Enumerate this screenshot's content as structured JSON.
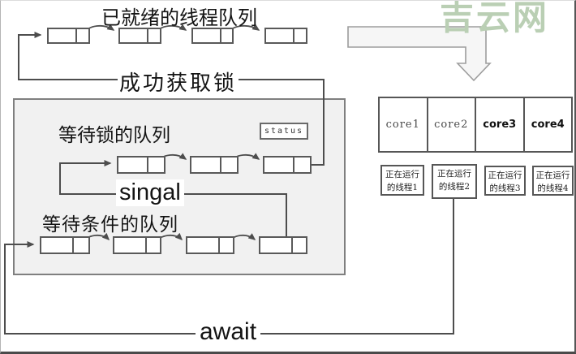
{
  "diagram": {
    "ready_queue": {
      "title": "已就绪的线程队列",
      "node_count": 4
    },
    "lock_transfer_label": "成功获取锁",
    "monitor": {
      "lock_queue": {
        "title": "等待锁的队列",
        "node_count": 3
      },
      "status_label": "status",
      "signal_label": "singal",
      "condition_queue": {
        "title": "等待条件的队列",
        "node_count": 4
      }
    },
    "await_label": "await",
    "cores": [
      {
        "label": "core1"
      },
      {
        "label": "core2"
      },
      {
        "label": "core3"
      },
      {
        "label": "core4"
      }
    ],
    "running_threads": [
      {
        "line1": "正在运行",
        "line2": "的线程1"
      },
      {
        "line1": "正在运行",
        "line2": "的线程2"
      },
      {
        "line1": "正在运行",
        "line2": "的线程3"
      },
      {
        "line1": "正在运行",
        "line2": "的线程4"
      }
    ],
    "watermark": "吉云网",
    "colors": {
      "line_color": "#4d4d4d",
      "monitor_fill": "#f1f1f1",
      "monitor_border": "#7f7f7f",
      "node_border": "#595959",
      "watermark": "#bacfb4"
    }
  }
}
